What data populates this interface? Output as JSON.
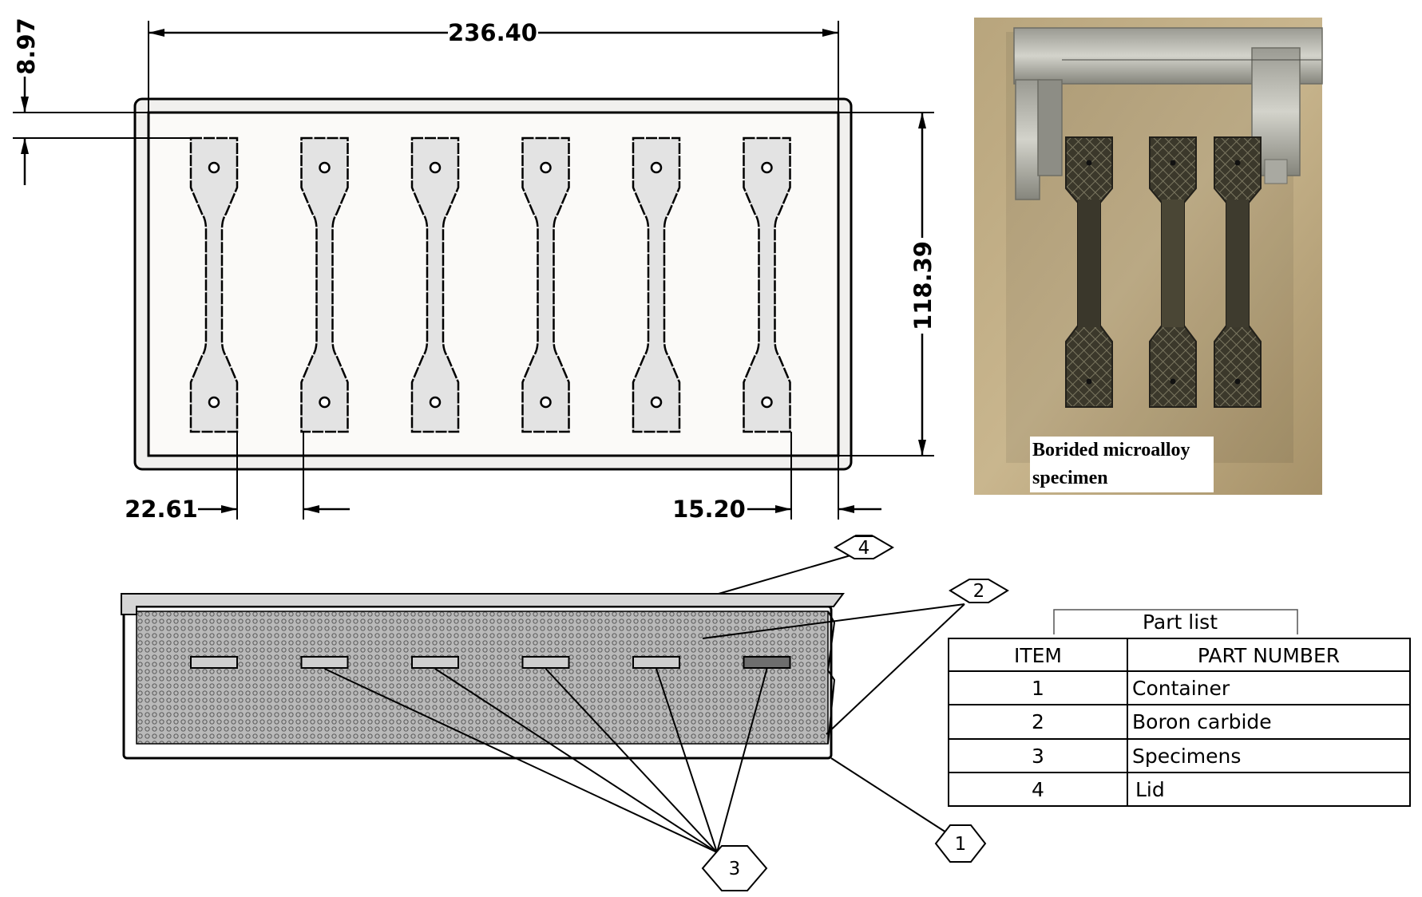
{
  "top_view": {
    "dimensions": {
      "overall_length": "236.40",
      "overall_height": "118.39",
      "top_offset": "8.97",
      "left_spacing": "22.61",
      "right_spacing": "15.20"
    },
    "specimen_count": 6
  },
  "side_view": {
    "balloons": {
      "container": "1",
      "boron_carbide": "2",
      "specimens": "3",
      "lid": "4"
    }
  },
  "photo": {
    "caption_line1": "Borided microalloy",
    "caption_line2": "specimen"
  },
  "part_list": {
    "title": "Part list",
    "headers": {
      "item": "ITEM",
      "part_number": "PART NUMBER"
    },
    "rows": [
      {
        "item": "1",
        "part": "Container"
      },
      {
        "item": "2",
        "part": "Boron carbide"
      },
      {
        "item": "3",
        "part": "Specimens"
      },
      {
        "item": "4",
        "part": "Lid"
      }
    ]
  }
}
